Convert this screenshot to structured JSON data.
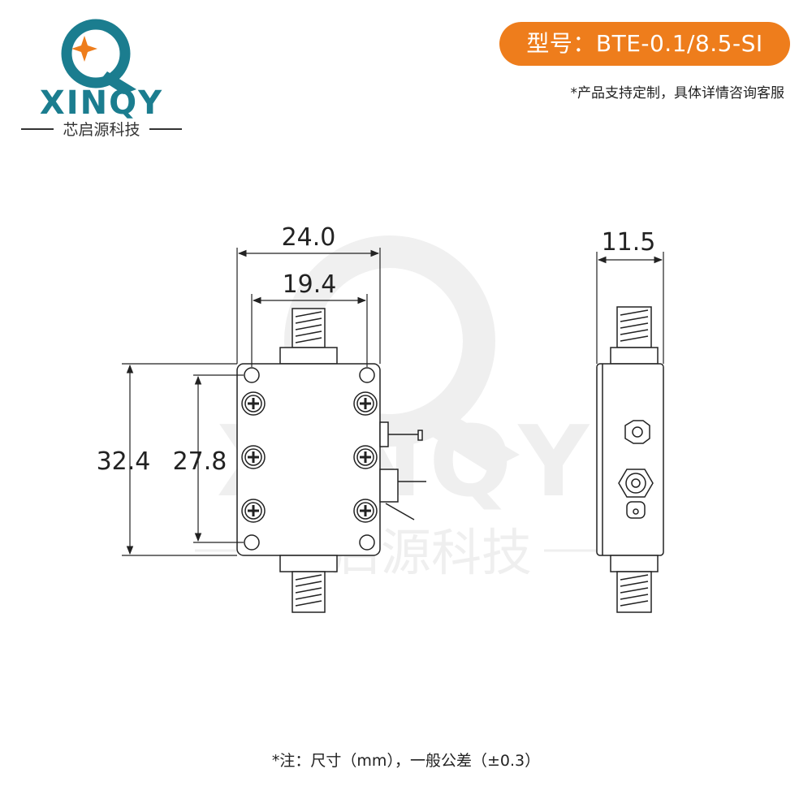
{
  "logo": {
    "brand_text": "XINQY",
    "brand_cn": "芯启源科技",
    "colors": {
      "teal": "#1b7d8f",
      "orange": "#ee7d1c"
    }
  },
  "header": {
    "model_label": "型号：BTE-0.1/8.5-SI",
    "customization_note": "*产品支持定制，具体详情咨询客服",
    "badge_color": "#ee7d1c"
  },
  "drawing": {
    "front_view": {
      "width_overall": "24.0",
      "width_holes": "19.4",
      "height_overall": "32.4",
      "height_holes": "27.8"
    },
    "side_view": {
      "depth": "11.5"
    }
  },
  "watermark": {
    "text": "XINQY",
    "text_cn": "芯启源科技"
  },
  "footer": {
    "note": "*注：尺寸（mm），一般公差（±0.3）"
  }
}
